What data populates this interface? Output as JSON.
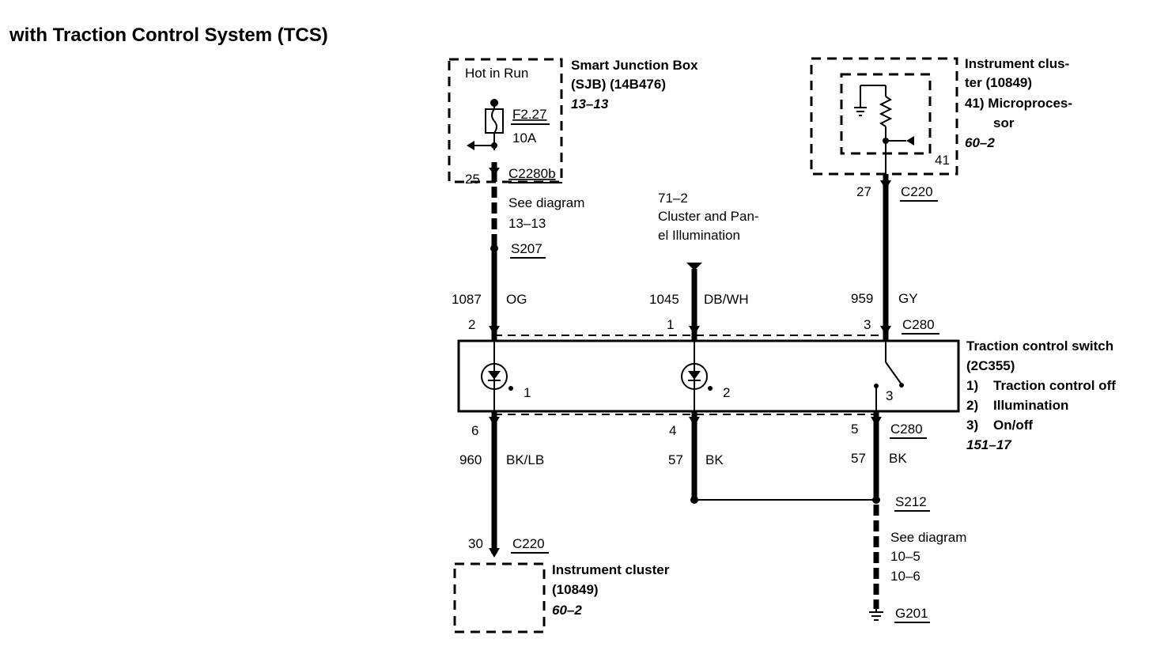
{
  "title": "with Traction Control System (TCS)",
  "sjb": {
    "hot_label": "Hot in Run",
    "name_line1": "Smart Junction Box",
    "name_line2": "(SJB) (14B476)",
    "ref": "13–13",
    "fuse_id": "F2.27",
    "fuse_rating": "10A"
  },
  "ic_top": {
    "line1": "Instrument clus-",
    "line2": "ter (10849)",
    "line3": "41)  Microproces-",
    "line4": "sor",
    "ref": "60–2",
    "pin": "41"
  },
  "ic_bottom": {
    "line1": "Instrument cluster",
    "line2": "(10849)",
    "ref": "60–2"
  },
  "switch_block": {
    "line1": "Traction control switch",
    "line2": "(2C355)",
    "item1": "1)    Traction control off",
    "item2": "2)    Illumination",
    "item3": "3)    On/off",
    "ref": "151–17",
    "lamp1": "1",
    "lamp2": "2",
    "sw3": "3"
  },
  "left_wire": {
    "pin_top": "25",
    "connector_top": "C2280b",
    "see1": "See diagram",
    "see2": "13–13",
    "splice": "S207",
    "circuit": "1087",
    "color": "OG",
    "pin_c280_top": "2",
    "pin_c280_bottom": "6",
    "circuit_bottom": "960",
    "color_bottom": "BK/LB",
    "pin_c220": "30",
    "connector_c220": "C220"
  },
  "mid_wire": {
    "ref1": "71–2",
    "ref2": "Cluster and Pan-",
    "ref3": "el Illumination",
    "circuit": "1045",
    "color": "DB/WH",
    "pin_c280_top": "1",
    "pin_c280_bottom": "4",
    "circuit_bottom": "57",
    "color_bottom": "BK"
  },
  "right_wire": {
    "pin_c220": "27",
    "connector_c220": "C220",
    "circuit": "959",
    "color": "GY",
    "pin_c280_top": "3",
    "connector_c280_top": "C280",
    "pin_c280_bottom": "5",
    "connector_c280_bottom": "C280",
    "circuit_bottom": "57",
    "color_bottom": "BK",
    "splice": "S212",
    "see1": "See diagram",
    "see2": "10–5",
    "see3": "10–6",
    "ground": "G201"
  }
}
